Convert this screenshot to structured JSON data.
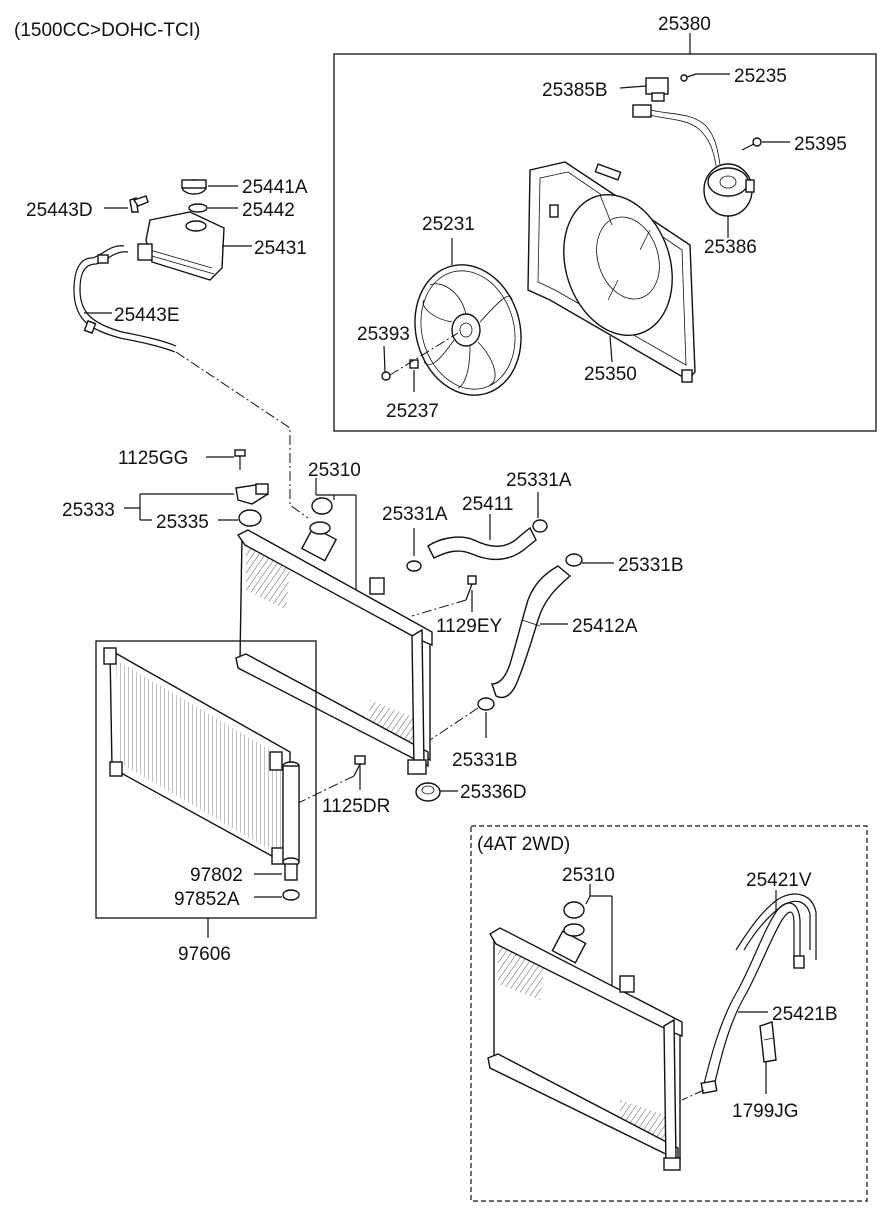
{
  "header": "(1500CC>DOHC-TCI)",
  "subassembly_header": "(4AT 2WD)",
  "labels": {
    "p25380": "25380",
    "p25235": "25235",
    "p25385B": "25385B",
    "p25395": "25395",
    "p25231": "25231",
    "p25386": "25386",
    "p25393": "25393",
    "p25350": "25350",
    "p25237": "25237",
    "p25441A": "25441A",
    "p25443D": "25443D",
    "p25442": "25442",
    "p25431": "25431",
    "p25443E": "25443E",
    "p1125GG": "1125GG",
    "p25310": "25310",
    "p25331A_right": "25331A",
    "p25333": "25333",
    "p25335": "25335",
    "p25331A_left": "25331A",
    "p25411": "25411",
    "p25331B_top": "25331B",
    "p1129EY": "1129EY",
    "p25412A": "25412A",
    "p25331B_bottom": "25331B",
    "p1125DR": "1125DR",
    "p25336D": "25336D",
    "p97802": "97802",
    "p97852A": "97852A",
    "p97606": "97606",
    "p25310_sub": "25310",
    "p25421V": "25421V",
    "p25421B": "25421B",
    "p1799JG": "1799JG"
  }
}
